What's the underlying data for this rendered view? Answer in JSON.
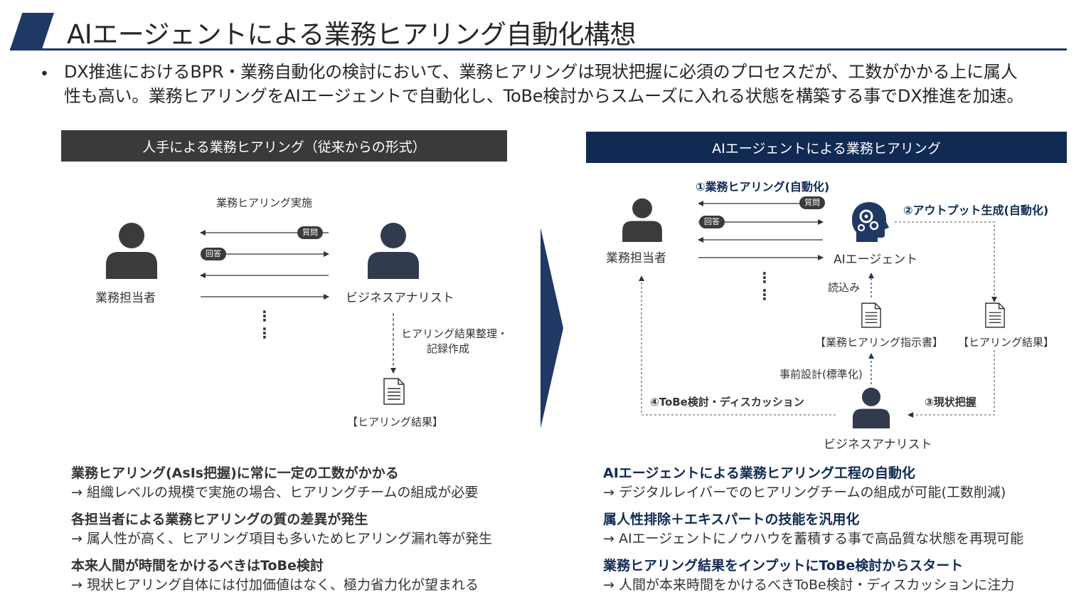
{
  "title": "AIエージェントによる業務ヒアリング自動化構想",
  "bullet": {
    "line1": "DX推進におけるBPR・業務自動化の検討において、業務ヒアリングは現状把握に必須のプロセスだが、工数がかかる上に属人",
    "line2": "性も高い。業務ヒアリングをAIエージェントで自動化し、ToBe検討からスムーズに入れる状態を構築する事でDX推進を加速。"
  },
  "left_panel": {
    "header": "人手による業務ヒアリング（従来からの形式）",
    "flow_title": "業務ヒアリング実施",
    "pill_question": "質問",
    "pill_answer": "回答",
    "person_left": "業務担当者",
    "person_right": "ビジネスアナリスト",
    "process_line1": "ヒアリング結果整理・",
    "process_line2": "記録作成",
    "doc_label": "【ヒアリング結果】",
    "points": [
      {
        "head": "業務ヒアリング(AsIs把握)に常に一定の工数がかかる",
        "sub": "→ 組織レベルの規模で実施の場合、ヒアリングチームの組成が必要"
      },
      {
        "head": "各担当者による業務ヒアリングの質の差異が発生",
        "sub": "→ 属人性が高く、ヒアリング項目も多いためヒアリング漏れ等が発生"
      },
      {
        "head": "本来人間が時間をかけるべきはToBe検討",
        "sub": "→ 現状ヒアリング自体には付加価値はなく、極力省力化が望まれる"
      }
    ]
  },
  "right_panel": {
    "header": "AIエージェントによる業務ヒアリング",
    "step1": "①業務ヒアリング(自動化)",
    "step2": "②アウトプット生成(自動化)",
    "step3": "③現状把握",
    "step4": "④ToBe検討・ディスカッション",
    "pill_question": "質問",
    "pill_answer": "回答",
    "person_left": "業務担当者",
    "ai_label": "AIエージェント",
    "read_label": "読込み",
    "doc_instructions": "【業務ヒアリング指示書】",
    "doc_result": "【ヒアリング結果】",
    "pre_design": "事前設計(標準化)",
    "analyst": "ビジネスアナリスト",
    "points": [
      {
        "head": "AIエージェントによる業務ヒアリング工程の自動化",
        "sub": "→ デジタルレイバーでのヒアリングチームの組成が可能(工数削減)"
      },
      {
        "head": "属人性排除＋エキスパートの技能を汎用化",
        "sub": "→ AIエージェントにノウハウを蓄積する事で高品質な状態を再現可能"
      },
      {
        "head": "業務ヒアリング結果をインプットにToBe検討からスタート",
        "sub": "→ 人間が本来時間をかけるべきToBe検討・ディスカッションに注力"
      }
    ]
  },
  "colors": {
    "navy": "#1f3864",
    "dark_header": "#3a3a3a",
    "right_header": "#102a54",
    "icon_dark": "#3b3b3b",
    "analyst_icon": "#323b4e"
  },
  "icons": [
    "person-icon",
    "ai-head-gear-icon",
    "document-icon",
    "chevron-right-icon"
  ]
}
